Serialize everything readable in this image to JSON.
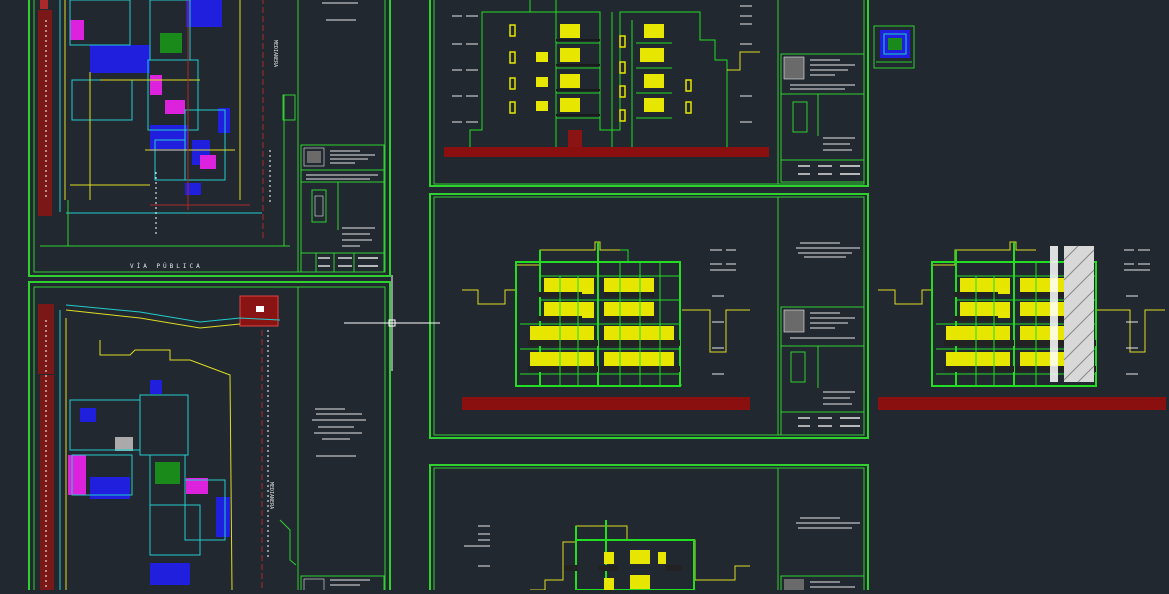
{
  "app": {
    "name": "CAD drawing viewport",
    "mode": "model space"
  },
  "colors": {
    "background": "#212830",
    "sheet_frame": "#2fd12f",
    "text_lines": "#e8e8e8",
    "building_outline": "#22dd22",
    "window_fill": "#e6e600",
    "ground_band": "#8a0f0f",
    "plan_blue": "#1f1fdd",
    "plan_cyan": "#22cccc",
    "plan_magenta": "#dd22dd",
    "plan_yellow": "#dddd22",
    "plan_red": "#aa2a2a",
    "crosshair": "#ffffff"
  },
  "sheets": [
    {
      "id": "sheet-site-plan-upper",
      "content": "floor plan"
    },
    {
      "id": "sheet-site-plan-lower",
      "content": "floor plan"
    },
    {
      "id": "sheet-elevation-front",
      "content": "elevation"
    },
    {
      "id": "sheet-elevation-side",
      "content": "elevation"
    },
    {
      "id": "sheet-elevation-rear",
      "content": "elevation"
    }
  ],
  "labels": {
    "street_name_upper": "VÍA PÚBLICA",
    "street_name_lower": "",
    "side_label_upper": "MEDIANERA",
    "side_label_lower": "MEDIANERA"
  },
  "cursor": {
    "type": "crosshair",
    "pickbox": true
  }
}
